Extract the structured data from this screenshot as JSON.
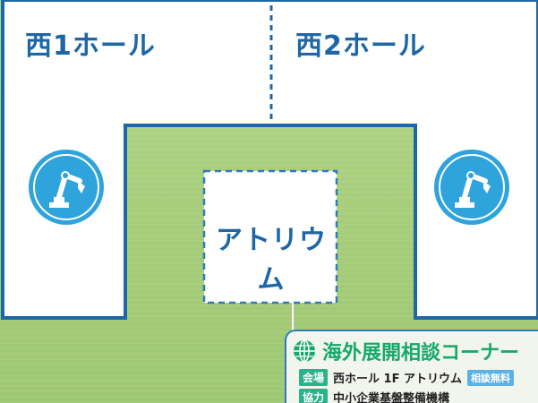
{
  "map": {
    "west_hall_1": "西1ホール",
    "west_hall_2": "西2ホール",
    "atrium": "アトリウム"
  },
  "icons": {
    "robot_left": "robot-arm-icon",
    "robot_right": "robot-arm-icon",
    "globe": "globe-icon"
  },
  "info": {
    "title": "海外展開相談コーナー",
    "venue_tag": "会場",
    "venue_text": "西ホール 1F アトリウム",
    "free_badge": "相談無料",
    "cooperation_tag": "協力",
    "cooperation_text": "中小企業基盤整備機構"
  },
  "colors": {
    "hall_blue": "#1e67a7",
    "background_green": "#a9cf7f",
    "corner_green": "#18a86b",
    "icon_blue": "#2fa3dc"
  }
}
